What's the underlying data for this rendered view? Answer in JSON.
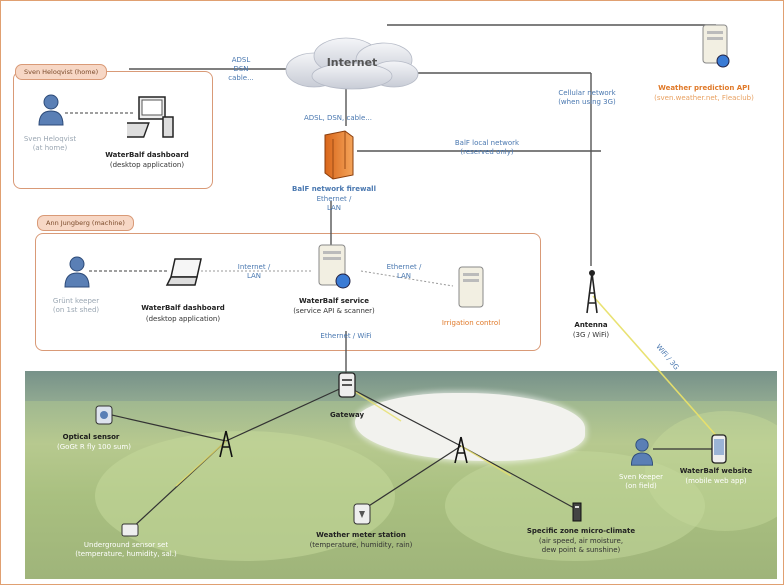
{
  "cloud": {
    "label": "Internet"
  },
  "zones": {
    "top": {
      "tab": "Sven Heloqvist (home)"
    },
    "middle": {
      "tab": "Ann Jungberg (machine)"
    }
  },
  "nodes": {
    "user_home": {
      "line1": "Sven Heloqvist",
      "line2": "(at home)"
    },
    "dashboard_home": {
      "title": "WaterBalf dashboard",
      "sub": "(desktop application)"
    },
    "weather_server": {
      "title": "Weather prediction API",
      "sub": "(sven.weather.net, Fleaclub)"
    },
    "firewall": {
      "title": "BalF network firewall",
      "sub1": "Ethernet /",
      "sub2": "LAN"
    },
    "user_mid": {
      "line1": "Grünt keeper",
      "line2": "(on 1st shed)"
    },
    "dashboard_mid": {
      "title": "WaterBalf dashboard",
      "sub": "(desktop application)"
    },
    "service": {
      "title": "WaterBalf service",
      "sub": "(service API & scanner)"
    },
    "irrigation": {
      "title": "Irrigation control"
    },
    "antenna": {
      "title": "Antenna",
      "sub": "(3G / WiFi)"
    },
    "gateway": {
      "title": "Gateway"
    },
    "optical": {
      "title": "Optical sensor",
      "sub": "(GoGt R fly 100 sum)"
    },
    "weather_station": {
      "title": "Weather meter station",
      "sub": "(temperature, humidity, rain)"
    },
    "microclimate": {
      "title": "Specific zone micro-climate",
      "sub1": "(air speed, air moisture,",
      "sub2": "dew point & sunshine)"
    },
    "ground_sensor": {
      "line1": "Underground sensor set",
      "line2": "(temperature, humidity, sal.)"
    },
    "user_field": {
      "line1": "Sven Keeper",
      "line2": "(on field)"
    },
    "website": {
      "title": "WaterBalf website",
      "sub": "(mobile web app)"
    }
  },
  "link_labels": {
    "adsl_top1": "ADSL",
    "adsl_top2": "DSN",
    "adsl_top3": "cable...",
    "adsl_mid": "ADSL, DSN, cable...",
    "balf_local1": "BalF local network",
    "balf_local2": "(reserved only)",
    "cellular1": "Cellular network",
    "cellular2": "(when using 3G)",
    "internet_lan1": "Internet /",
    "internet_lan2": "LAN",
    "ethernet_lan1": "Ethernet /",
    "ethernet_lan2": "LAN",
    "ethernet_wifi": "Ethernet / WiFi",
    "wifi_diag": "WiFi / 3G"
  },
  "colors": {
    "zone_border": "#d99a77",
    "zone_tab": "#f7d7c5",
    "link_dark": "#555555",
    "link_wifi": "#e8e06a",
    "label_blue": "#4a78b0",
    "label_orange": "#e07a2a"
  }
}
